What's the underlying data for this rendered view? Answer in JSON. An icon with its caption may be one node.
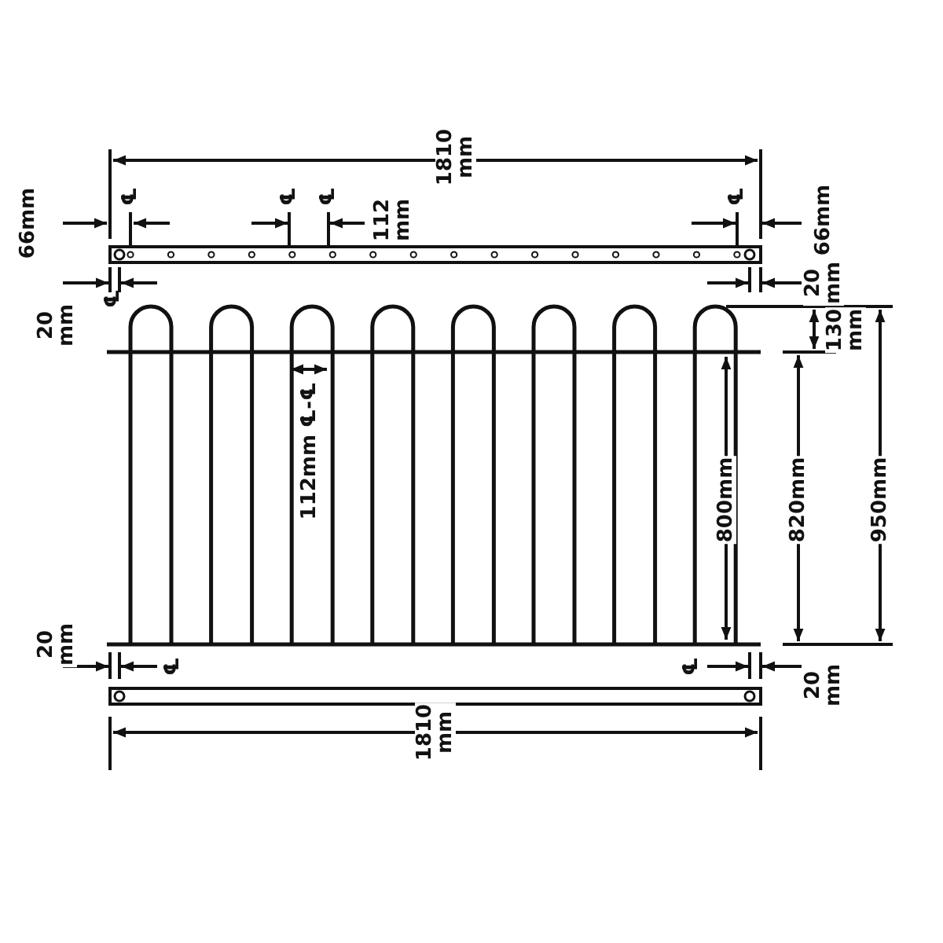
{
  "diagram": {
    "labels": [
      "1810 mm",
      "66mm",
      "℄",
      "℄",
      "℄",
      "112 mm",
      "℄",
      "66mm",
      "20 mm",
      "℄",
      "20 mm",
      "130 mm",
      "112mm ℄-℄",
      "800mm",
      "820mm",
      "950mm",
      "20 mm",
      "℄",
      "℄",
      "20 mm",
      "1810 mm"
    ]
  }
}
